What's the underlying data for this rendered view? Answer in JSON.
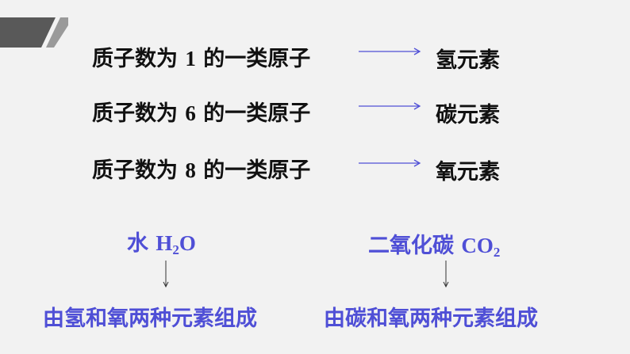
{
  "decor": {
    "corner_color_dark": "#595959",
    "corner_color_light": "#9a9a9a"
  },
  "rows": [
    {
      "prefix": "质子数为 ",
      "number": "1",
      "suffix": " 的一类原子",
      "element": "氢元素"
    },
    {
      "prefix": "质子数为 ",
      "number": "6",
      "suffix": " 的一类原子",
      "element": "碳元素"
    },
    {
      "prefix": "质子数为 ",
      "number": "8",
      "suffix": " 的一类原子",
      "element": "氧元素"
    }
  ],
  "arrow_color": "#4f4fd6",
  "water": {
    "name": "水",
    "formula_main": "H",
    "formula_sub": "2",
    "formula_end": "O",
    "composition": "由氢和氧两种元素组成"
  },
  "co2": {
    "name": "二氧化碳",
    "formula_main": "CO",
    "formula_sub": "2",
    "composition": "由碳和氧两种元素组成"
  }
}
